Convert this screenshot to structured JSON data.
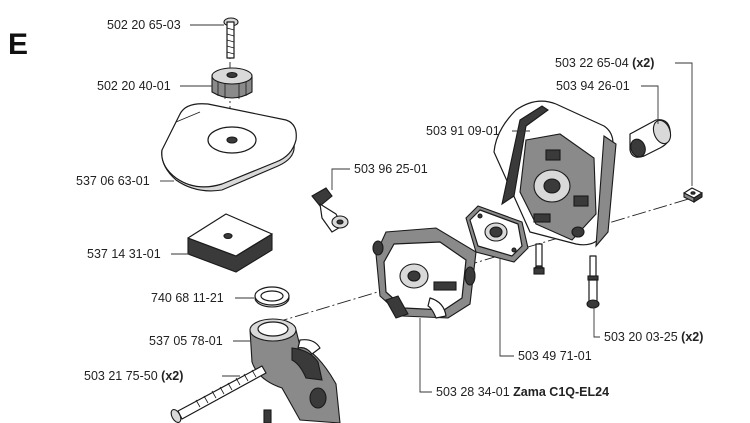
{
  "section_letter": "E",
  "parts": [
    {
      "number": "502 20 65-03",
      "qty": ""
    },
    {
      "number": "502 20 40-01",
      "qty": ""
    },
    {
      "number": "537 06 63-01",
      "qty": ""
    },
    {
      "number": "537 14 31-01",
      "qty": ""
    },
    {
      "number": "740 68 11-21",
      "qty": ""
    },
    {
      "number": "537 05 78-01",
      "qty": ""
    },
    {
      "number": "503 21 75-50",
      "qty": "(x2)"
    },
    {
      "number": "503 96 25-01",
      "qty": ""
    },
    {
      "number": "503 91 09-01",
      "qty": ""
    },
    {
      "number": "503 22 65-04",
      "qty": "(x2)"
    },
    {
      "number": "503 94 26-01",
      "qty": ""
    },
    {
      "number": "503 20 03-25",
      "qty": "(x2)"
    },
    {
      "number": "503 49 71-01",
      "qty": ""
    },
    {
      "number": "503 28 34-01",
      "qty": "Zama C1Q-EL24"
    }
  ]
}
